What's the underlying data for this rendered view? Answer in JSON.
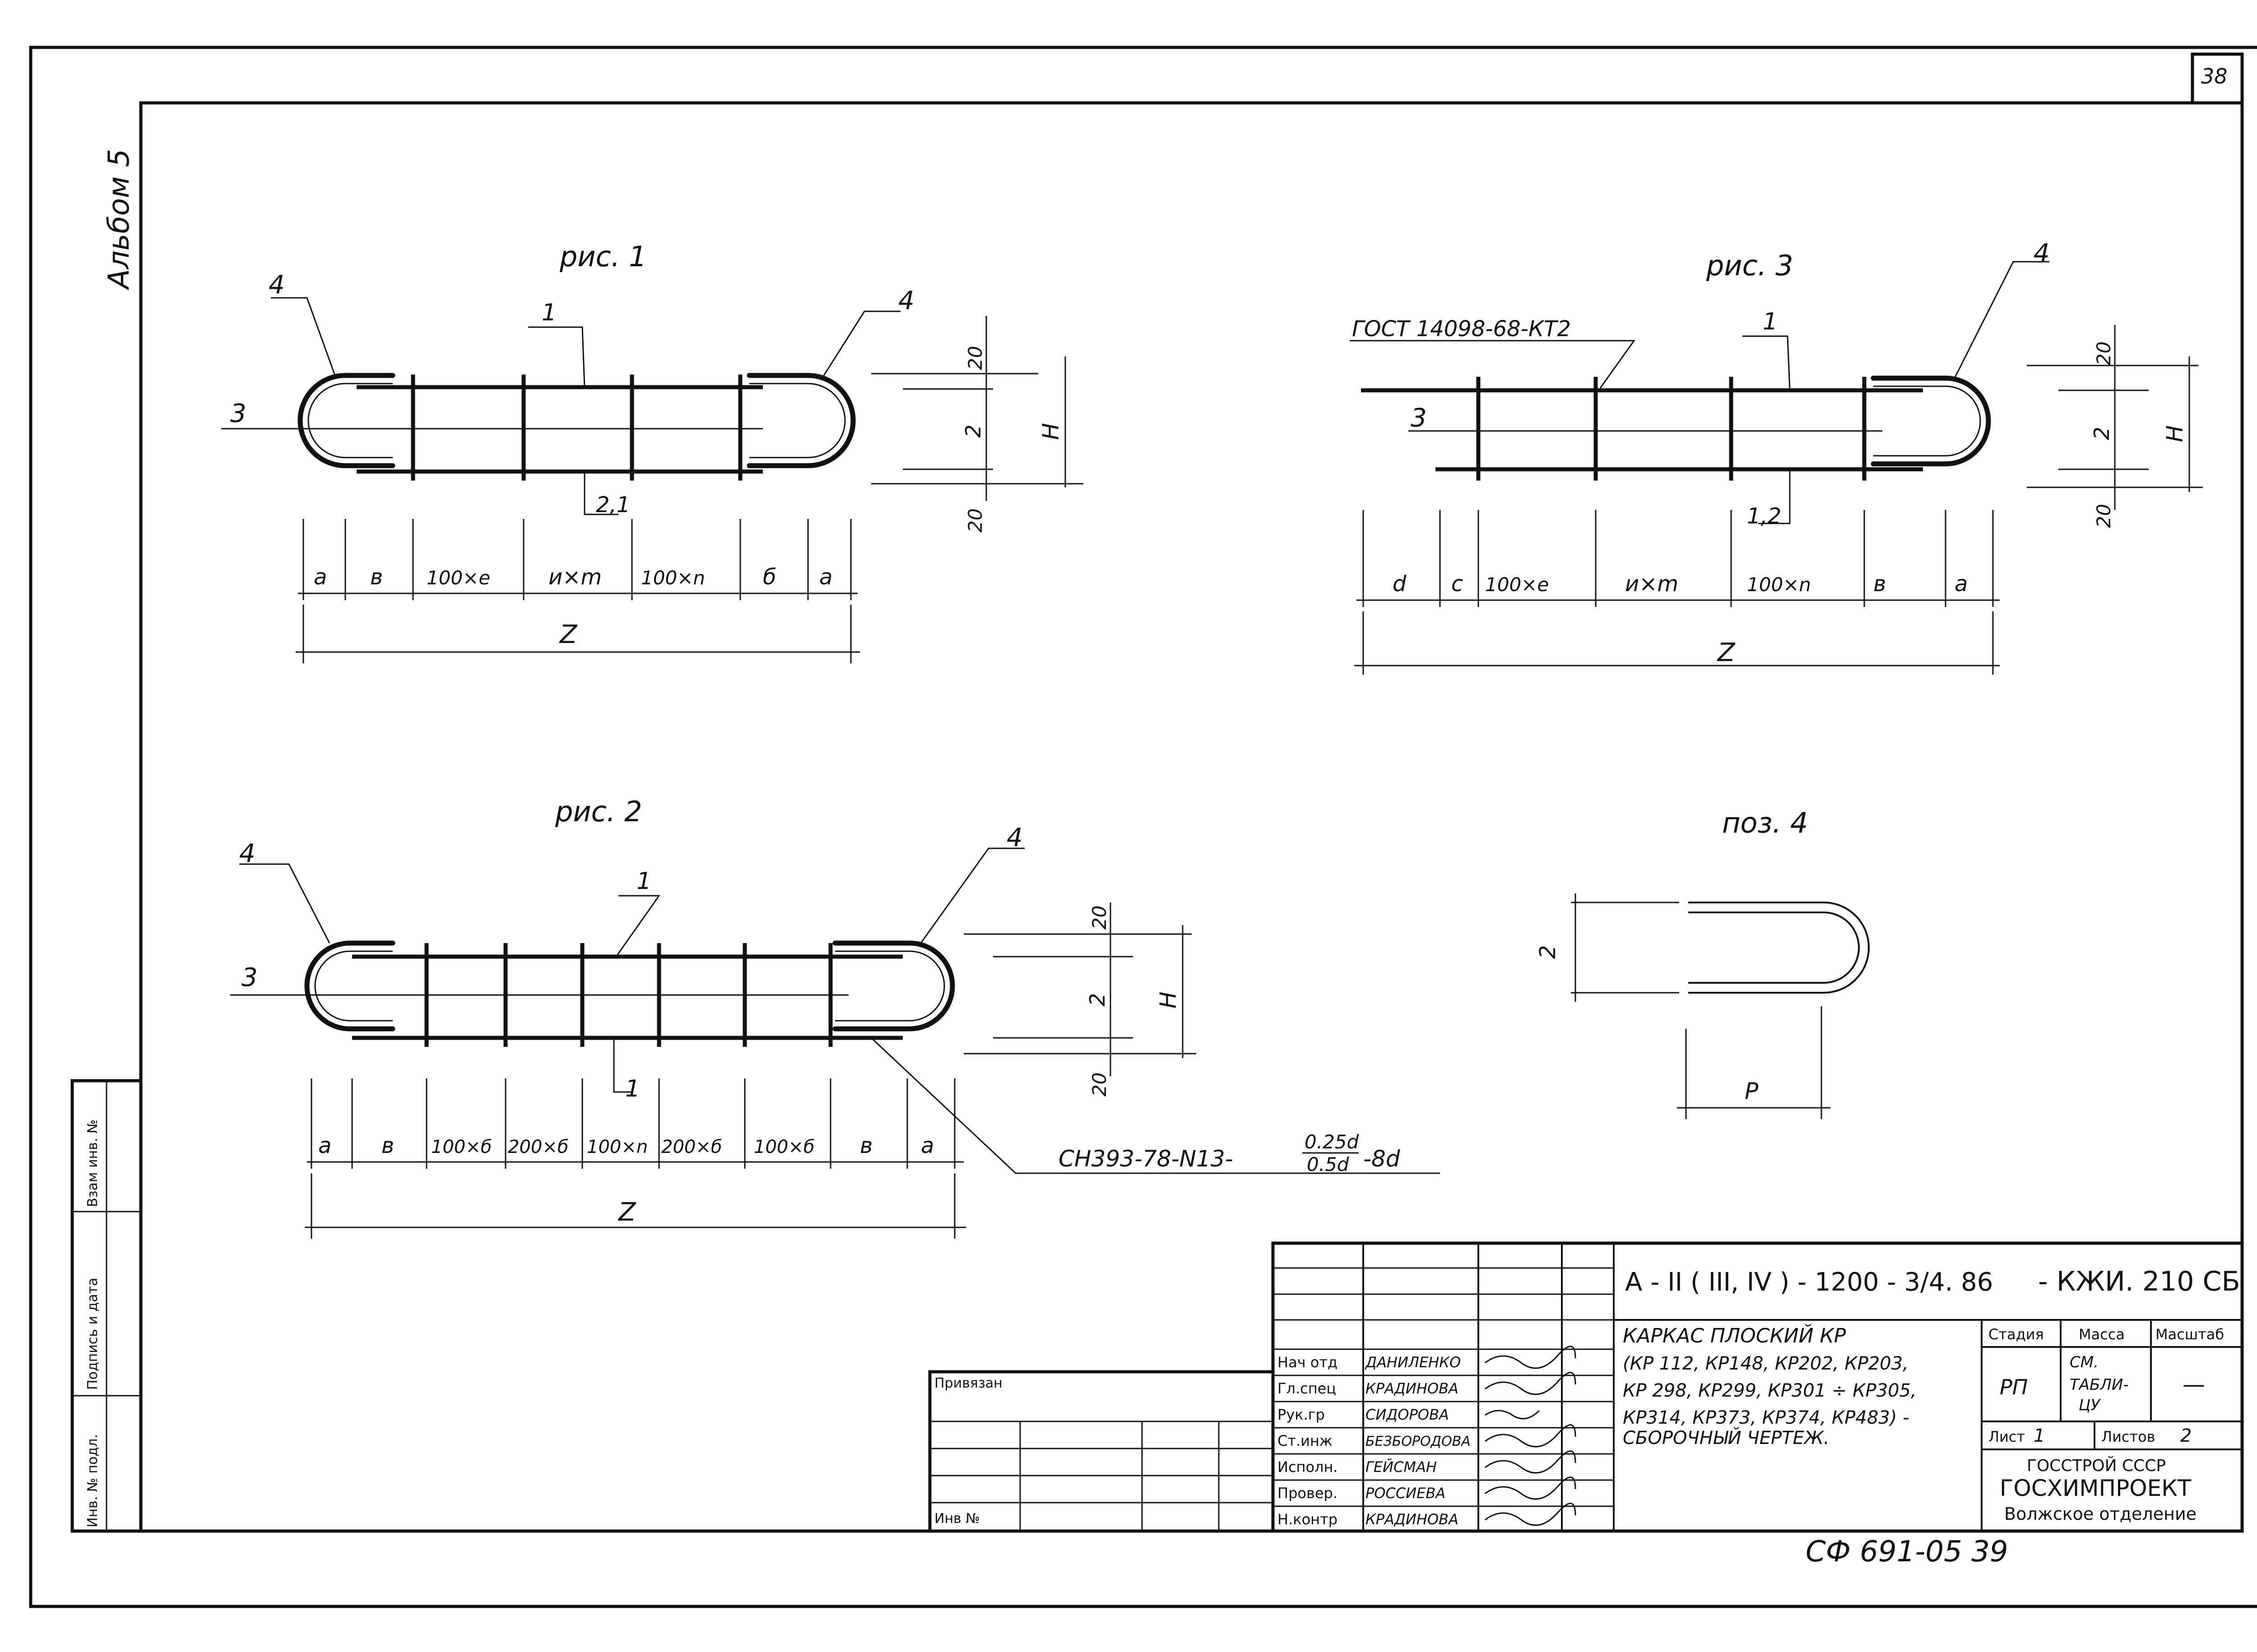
{
  "sheet_number": "38",
  "album_label": "Альбом 5",
  "figures": {
    "fig1": {
      "title": "рис. 1",
      "callouts": [
        "4",
        "4",
        "1",
        "3",
        "2,1"
      ],
      "dims": [
        "a",
        "в",
        "100×е",
        "и×m",
        "100×n",
        "б",
        "a"
      ],
      "total": "Z",
      "height_dims": [
        "20",
        "2",
        "20",
        "H"
      ]
    },
    "fig2": {
      "title": "рис. 2",
      "callouts": [
        "4",
        "4",
        "1",
        "3",
        "1"
      ],
      "dims": [
        "a",
        "в",
        "100×б",
        "200×б",
        "100×n",
        "200×б",
        "100×б",
        "в",
        "a"
      ],
      "total": "Z",
      "height_dims": [
        "20",
        "2",
        "20",
        "H"
      ],
      "note_prefix": "СН393-78-N13-",
      "note_frac_top": "0.25d",
      "note_frac_bottom": "0.5d",
      "note_suffix": "-8d"
    },
    "fig3": {
      "title": "рис. 3",
      "callouts": [
        "4",
        "1",
        "3",
        "1,2"
      ],
      "gost": "ГОСТ 14098-68-КТ2",
      "dims": [
        "d",
        "c",
        "100×е",
        "и×m",
        "100×n",
        "в",
        "a"
      ],
      "total": "Z",
      "height_dims": [
        "20",
        "2",
        "20",
        "H"
      ]
    },
    "pos4": {
      "title": "поз. 4",
      "dim_h": "2",
      "dim_w": "P"
    }
  },
  "left_strip": {
    "labels": [
      "Взам инв. №",
      "Подпись и дата",
      "Инв. № подл."
    ]
  },
  "title_block": {
    "code": "А - II ( III, IV ) - 1200 - 3/4. 86",
    "doc": "- КЖИ. 210 СБ",
    "roles": [
      "Нач отд",
      "Гл.спец",
      "Рук.гр",
      "Ст.инж",
      "Исполн.",
      "Провер.",
      "Н.контр"
    ],
    "names": [
      "ДАНИЛЕНКО",
      "КРАДИНОВА",
      "СИДОРОВА",
      "БЕЗБОРОДОВА",
      "ГЕЙСМАН",
      "РОССИЕВА",
      "КРАДИНОВА"
    ],
    "title_lines": [
      "КАРКАС  ПЛОСКИЙ  КР",
      "(КР 112, КР148, КР202, КР203,",
      "КР 298, КР299, КР301 ÷ КР305,",
      "КР314, КР373, КР374, КР483) -",
      "СБОРОЧНЫЙ   ЧЕРТЕЖ."
    ],
    "stage_header": "Стадия",
    "mass_header": "Масса",
    "scale_header": "Масштаб",
    "stage": "РП",
    "mass_lines": [
      "СМ.",
      "ТАБЛИ-",
      "ЦУ"
    ],
    "scale": "—",
    "sheet_label": "Лист",
    "sheet_value": "1",
    "sheets_label": "Листов",
    "sheets_value": "2",
    "org1": "ГОССТРОЙ СССР",
    "org2": "ГОСХИМПРОЕКТ",
    "org3": "Волжское отделение",
    "privyazan": "Привязан",
    "inv_no": "Инв №"
  },
  "bottom_stamp": "СФ 691-05   39"
}
